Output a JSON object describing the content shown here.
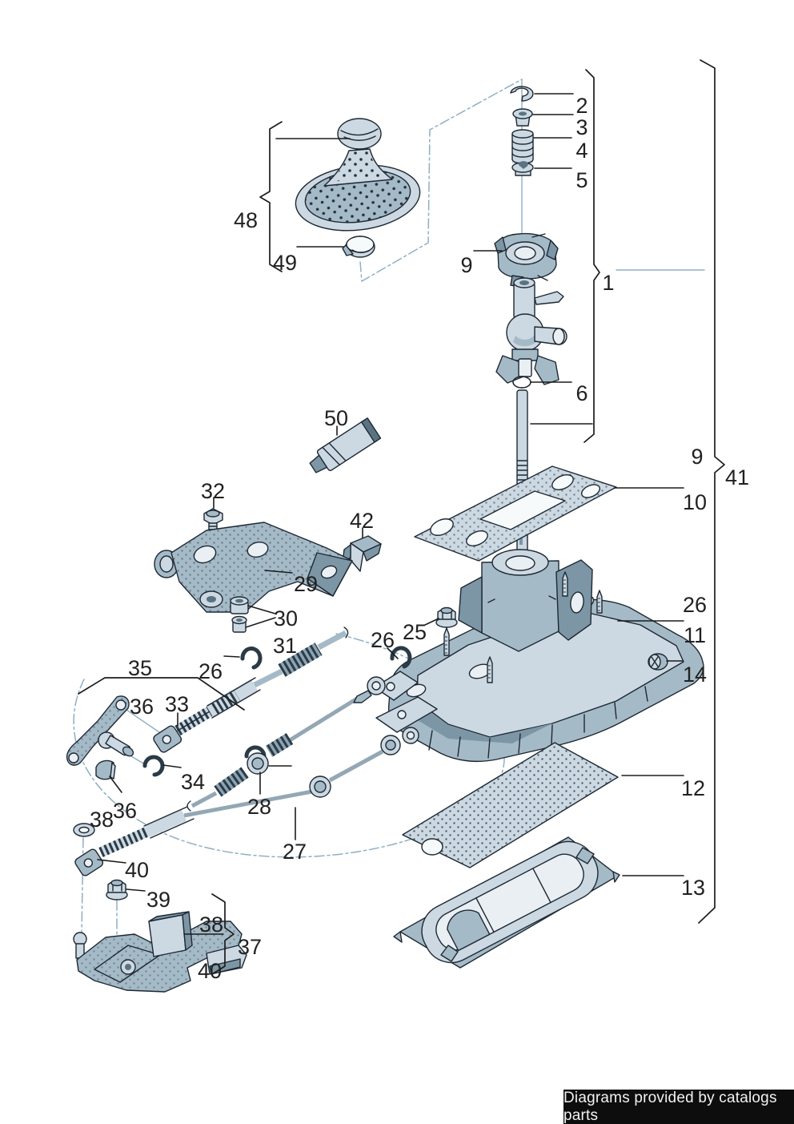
{
  "title": "Gearshift mechanism exploded parts diagram",
  "footer": {
    "credit": "Diagrams provided by catalogs parts"
  },
  "colors": {
    "background": "#ffffff",
    "outline": "#1d2833",
    "part_light": "#ccd9e2",
    "part_mid": "#a5bac7",
    "part_dark": "#7d96a6",
    "construction_blue": "#8fafc3",
    "label_ink": "#212121",
    "footer_bg": "#0d0d0d",
    "footer_text": "#f2f2f2"
  },
  "callouts": [
    {
      "n": "2"
    },
    {
      "n": "3"
    },
    {
      "n": "4"
    },
    {
      "n": "5"
    },
    {
      "n": "48"
    },
    {
      "n": "49"
    },
    {
      "n": "9"
    },
    {
      "n": "1"
    },
    {
      "n": "6"
    },
    {
      "n": "50"
    },
    {
      "n": "42"
    },
    {
      "n": "32"
    },
    {
      "n": "29"
    },
    {
      "n": "30"
    },
    {
      "n": "31"
    },
    {
      "n": "26"
    },
    {
      "n": "35"
    },
    {
      "n": "36"
    },
    {
      "n": "33"
    },
    {
      "n": "34"
    },
    {
      "n": "36"
    },
    {
      "n": "38"
    },
    {
      "n": "28"
    },
    {
      "n": "27"
    },
    {
      "n": "40"
    },
    {
      "n": "39"
    },
    {
      "n": "38"
    },
    {
      "n": "37"
    },
    {
      "n": "40"
    },
    {
      "n": "25"
    },
    {
      "n": "26"
    },
    {
      "n": "26"
    },
    {
      "n": "11"
    },
    {
      "n": "14"
    },
    {
      "n": "10"
    },
    {
      "n": "9"
    },
    {
      "n": "41"
    },
    {
      "n": "12"
    },
    {
      "n": "13"
    }
  ]
}
